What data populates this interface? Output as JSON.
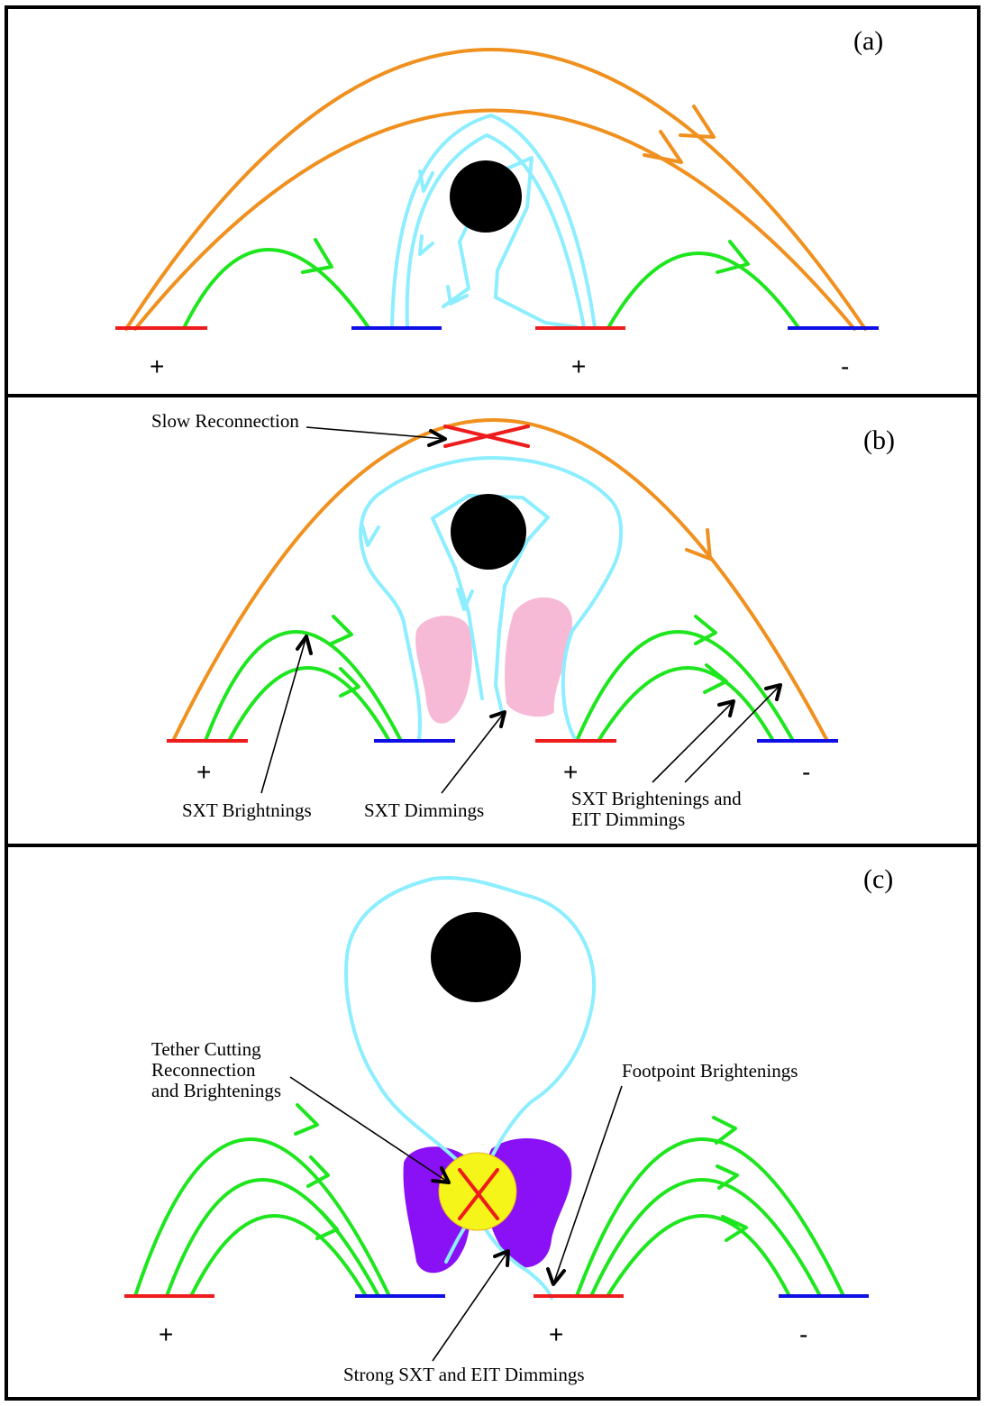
{
  "panels": {
    "a": {
      "tag": "(a)",
      "polarity": [
        "+",
        "+",
        "-"
      ]
    },
    "b": {
      "tag": "(b)",
      "polarity": [
        "+",
        "+",
        "-"
      ],
      "labels": {
        "slow_reconnection": "Slow Reconnection",
        "sxt_brightnings": "SXT Brightnings",
        "sxt_dimmings": "SXT Dimmings",
        "sxt_brightenings_eit_line1": "SXT Brightenings and",
        "sxt_brightenings_eit_line2": "EIT Dimmings"
      }
    },
    "c": {
      "tag": "(c)",
      "polarity": [
        "+",
        "+",
        "-"
      ],
      "labels": {
        "tether_line1": "Tether Cutting",
        "tether_line2": "Reconnection",
        "tether_line3": "and Brightenings",
        "footpoint": "Footpoint Brightenings",
        "strong_dimmings": "Strong SXT and EIT Dimmings"
      }
    }
  },
  "colors": {
    "overlying_field": "#f0901e",
    "side_arcades": "#1ee61e",
    "filament_field": "#8ceeff",
    "positive_polarity": "#ee1c1c",
    "negative_polarity": "#1010e6",
    "filament": "#000000",
    "sxt_dimming": "#f7bad6",
    "strong_dimming": "#8a10f5",
    "reconnection_brightening": "#f5f51a"
  }
}
